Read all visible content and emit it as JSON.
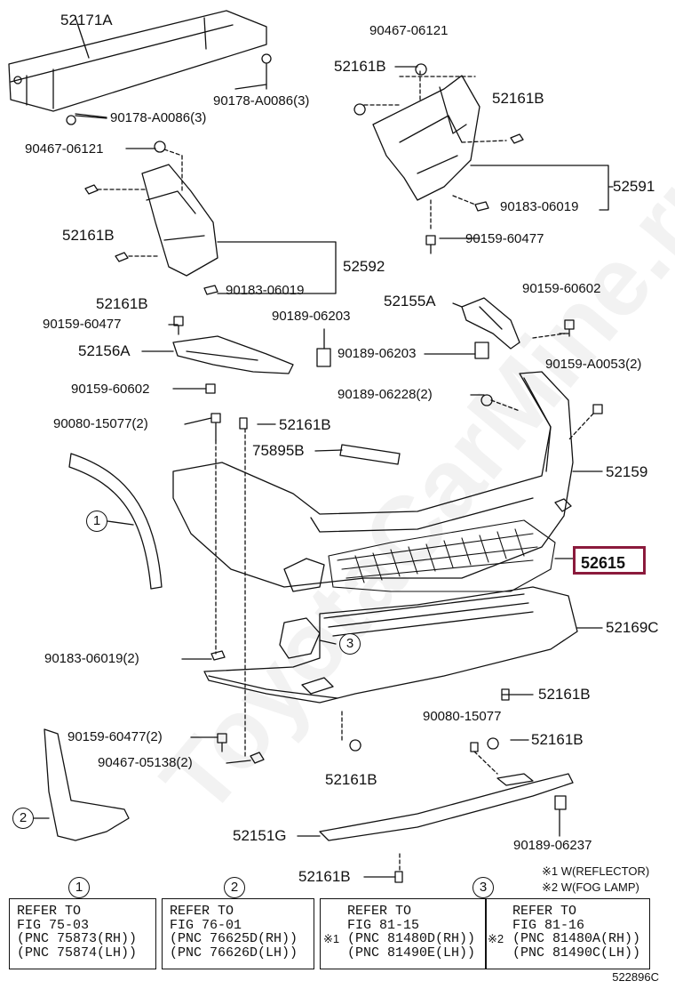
{
  "labels": {
    "p52171A": "52171A",
    "p90178a": "90178-A0086(3)",
    "p90178b": "90178-A0086(3)",
    "p90467a": "90467-06121",
    "p90467b": "90467-06121",
    "p52161B_1": "52161B",
    "p52161B_2": "52161B",
    "p52161B_3": "52161B",
    "p52161B_4": "52161B",
    "p52161B_5": "52161B",
    "p52161B_6": "52161B",
    "p52161B_7": "52161B",
    "p52161B_8": "52161B",
    "p52161B_9": "52161B",
    "p52591": "52591",
    "p90183a": "90183-06019",
    "p90183b": "90183-06019",
    "p90183c": "90183-06019(2)",
    "p90159_60477a": "90159-60477",
    "p90159_60477b": "90159-60477",
    "p90159_60477c": "90159-60477(2)",
    "p52592": "52592",
    "p52155A": "52155A",
    "p90159_60602a": "90159-60602",
    "p90159_60602b": "90159-60602",
    "p90189_06203a": "90189-06203",
    "p90189_06203b": "90189-06203",
    "p52156A": "52156A",
    "p90159_A0053": "90159-A0053(2)",
    "p90189_06228": "90189-06228(2)",
    "p90080_15077a": "90080-15077(2)",
    "p90080_15077b": "90080-15077",
    "p75895B": "75895B",
    "p52159": "52159",
    "p52615": "52615",
    "p52169C": "52169C",
    "p90467_05138": "90467-05138(2)",
    "p52151G": "52151G",
    "p90189_06237": "90189-06237"
  },
  "callouts": [
    "1",
    "2",
    "3"
  ],
  "notes": {
    "n1": "※1 W(REFLECTOR)",
    "n2": "※2 W(FOG LAMP)"
  },
  "refs": {
    "r1": [
      "REFER TO",
      "FIG 75-03",
      "(PNC 75873(RH))",
      "(PNC 75874(LH))"
    ],
    "r2": [
      "REFER TO",
      "FIG 76-01",
      "(PNC 76625D(RH))",
      "(PNC 76626D(LH))"
    ],
    "r3a": [
      "REFER TO",
      "FIG 81-15",
      "(PNC 81480D(RH))",
      "(PNC 81490E(LH))"
    ],
    "r3b": [
      "REFER TO",
      "FIG 81-16",
      "(PNC 81480A(RH))",
      "(PNC 81490C(LH))"
    ],
    "mark1": "※1",
    "mark2": "※2"
  },
  "watermark": "ToyotaCarMine.ru",
  "diagram_code": "522896C",
  "colors": {
    "highlight": "#8b1a3c",
    "line": "#111111"
  }
}
